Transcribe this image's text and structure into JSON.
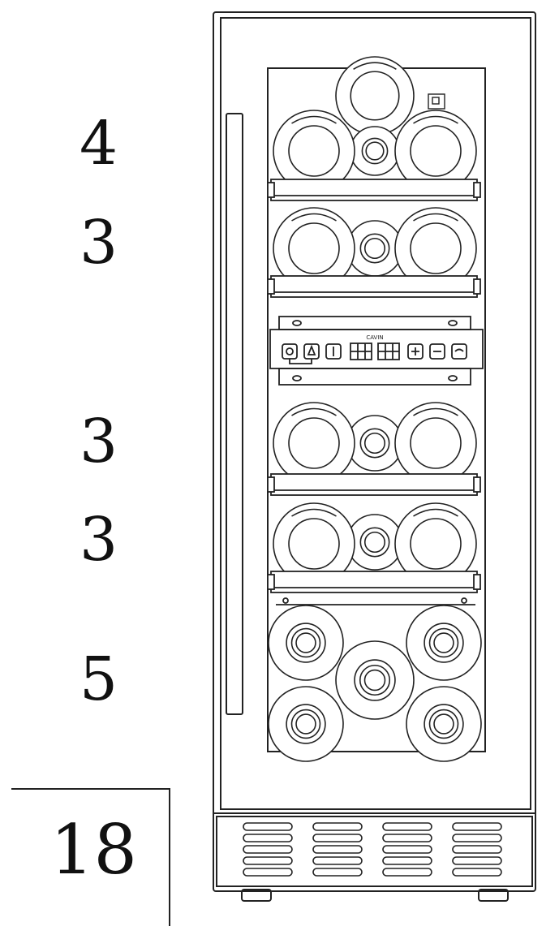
{
  "shelves": [
    {
      "count": "4"
    },
    {
      "count": "3"
    },
    {
      "count": "3"
    },
    {
      "count": "3"
    },
    {
      "count": "5"
    }
  ],
  "total": "18",
  "control_panel": {
    "brand": "CAVIN"
  },
  "colors": {
    "line": "#222222",
    "background": "#ffffff",
    "bottle_fill": "#ffffff"
  }
}
